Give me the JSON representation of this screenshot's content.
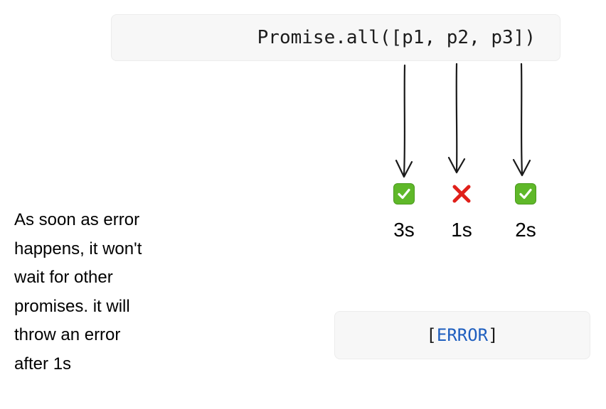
{
  "top_code": {
    "text": "Promise.all([p1, p2, p3])"
  },
  "promises": [
    {
      "status_icon": "check-mark-icon",
      "status": "resolved",
      "time": "3s"
    },
    {
      "status_icon": "cross-mark-icon",
      "status": "rejected",
      "time": "1s"
    },
    {
      "status_icon": "check-mark-icon",
      "status": "resolved",
      "time": "2s"
    }
  ],
  "result_code": {
    "open": "[",
    "token": "ERROR",
    "close": "]"
  },
  "note": {
    "lines": [
      "As soon as error",
      "happens, it won't",
      "wait for other",
      "promises. it will",
      "throw an error",
      "after 1s"
    ]
  },
  "colors": {
    "check": "#5fb829",
    "cross": "#e0201a",
    "error_token": "#1f5fbf",
    "code_box_bg": "#f7f7f7"
  }
}
